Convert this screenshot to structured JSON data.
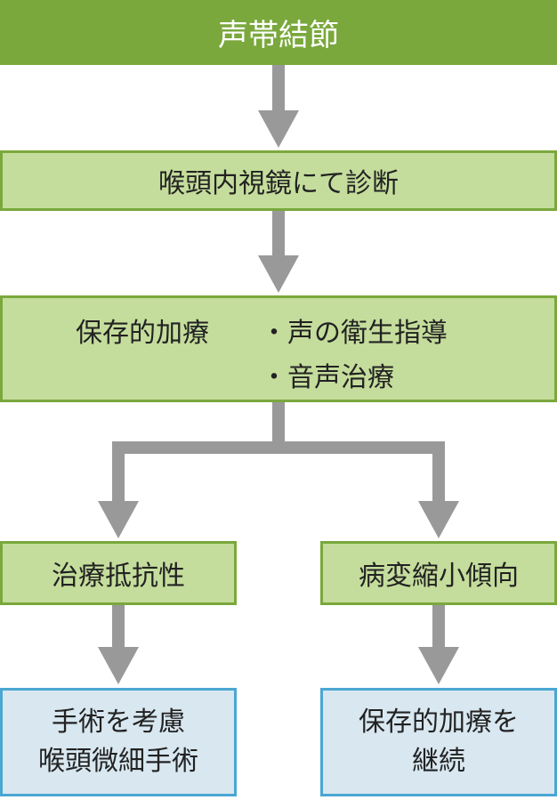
{
  "nodes": {
    "vocal_nodule": "声帯結節",
    "diagnosis": "喉頭内視鏡にて診断",
    "conservative": {
      "label": "保存的加療",
      "bullet_1": "・声の衛生指導",
      "bullet_2": "・音声治療"
    },
    "resistant": "治療抵抗性",
    "shrinking": "病変縮小傾向",
    "surgery": {
      "line_1": "手術を考慮",
      "line_2": "喉頭微細手術"
    },
    "continue": {
      "line_1": "保存的加療を",
      "line_2": "継続"
    }
  },
  "colors": {
    "dark_green": "#7aa83c",
    "light_green": "#c5dd9c",
    "blue_border": "#4aa6d2",
    "light_blue": "#d8e7f0",
    "arrow_gray": "#999999"
  }
}
